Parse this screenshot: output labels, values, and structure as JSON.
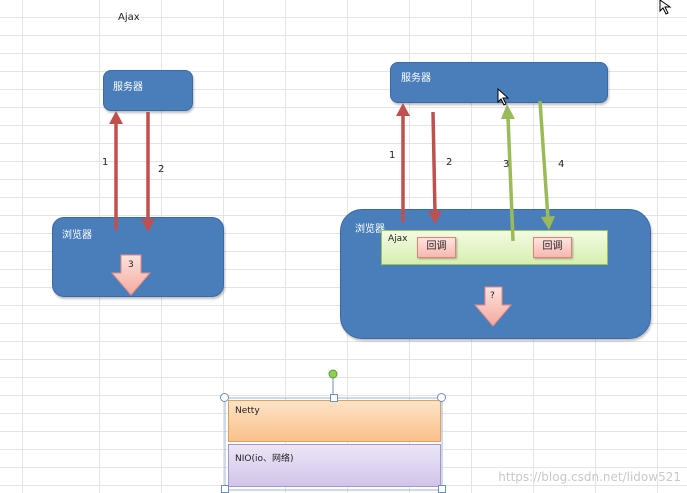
{
  "title": "Ajax",
  "left": {
    "server": "服务器",
    "browser": "浏览器",
    "arrow1": "1",
    "arrow2": "2",
    "result": "3"
  },
  "right": {
    "server": "服务器",
    "browser": "浏览器",
    "ajax": "Ajax",
    "callback1": "回调",
    "callback2": "回调",
    "arrow1": "1",
    "arrow2": "2",
    "arrow3": "3",
    "arrow4": "4",
    "result": "?"
  },
  "stack": {
    "top": "Netty",
    "bottom": "NIO(io、网络)"
  },
  "watermark": "https://blog.csdn.net/lidow521",
  "colors": {
    "node_blue": "#4a7ebb",
    "arrow_red": "#c0504d",
    "arrow_green": "#9bbb59",
    "netty_orange": "#fbc99d",
    "nio_purple": "#d9cdee"
  }
}
